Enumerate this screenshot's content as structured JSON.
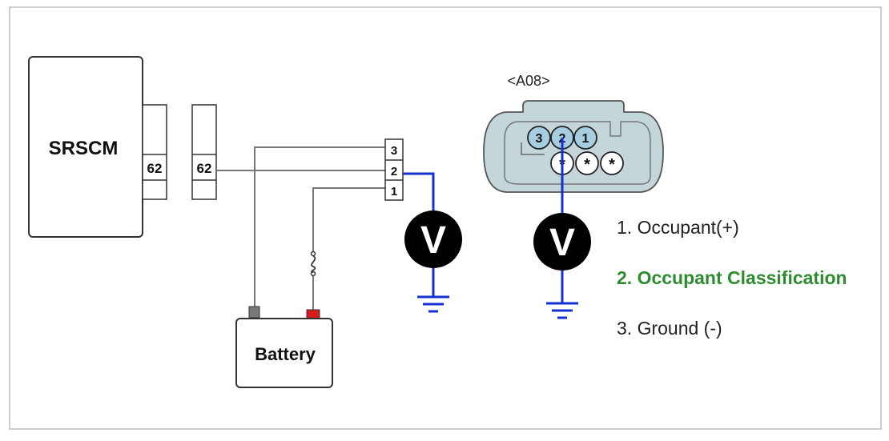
{
  "colors": {
    "probe_wire": "#1530d0",
    "harness_wire": "#777777",
    "connector_fill": "#c4d6da",
    "pin_fill": "#a6cde0",
    "highlight_text": "#2e8b2e",
    "battery_positive": "#d81c1c",
    "battery_negative": "#777777"
  },
  "diagram": {
    "module_label": "SRSCM",
    "module_pin": "62",
    "inline_connector_pin": "62",
    "sensor_pins": [
      "3",
      "2",
      "1"
    ],
    "battery_label": "Battery",
    "connector_id": "<A08>",
    "connector_face_pins": [
      "3",
      "2",
      "1"
    ],
    "connector_face_blank_pins": [
      "*",
      "*",
      "*"
    ],
    "meter_label": "V",
    "icons": [
      "fuse-icon",
      "ground-icon",
      "voltmeter-icon",
      "connector-face-icon"
    ]
  },
  "legend": {
    "items": [
      {
        "text": "1. Occupant(+)",
        "highlight": false
      },
      {
        "text": "2. Occupant Classification",
        "highlight": true
      },
      {
        "text": "3. Ground (-)",
        "highlight": false
      }
    ]
  }
}
